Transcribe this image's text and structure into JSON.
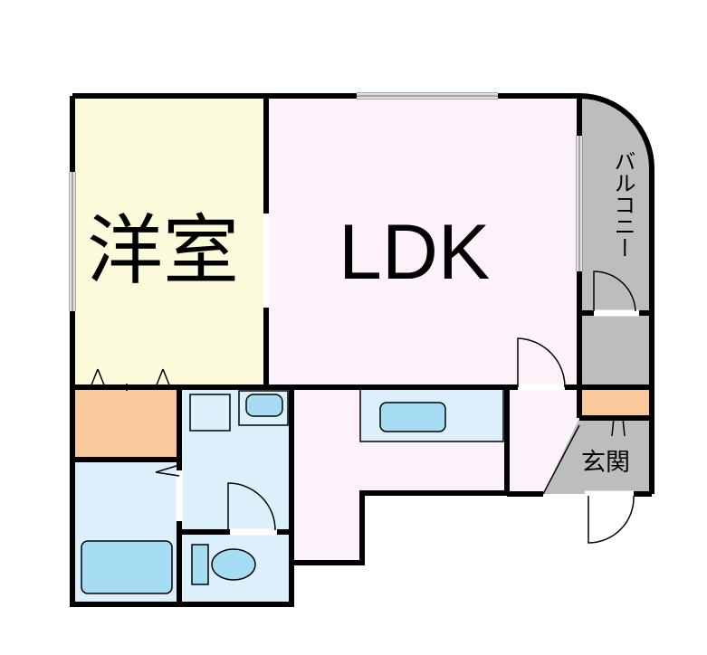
{
  "plan": {
    "rooms": {
      "western_room": "洋室",
      "ldk": "LDK",
      "balcony": "バルコニー",
      "entrance": "玄関"
    },
    "colors": {
      "western_room_fill": "#fbfbdc",
      "ldk_fill": "#fdf1fb",
      "closet_fill": "#f9c99b",
      "wet_area_fill": "#dcf0fb",
      "fixture_fill": "#a7dcf5",
      "balcony_fill": "#bdbdbd",
      "wall": "#000000"
    }
  }
}
